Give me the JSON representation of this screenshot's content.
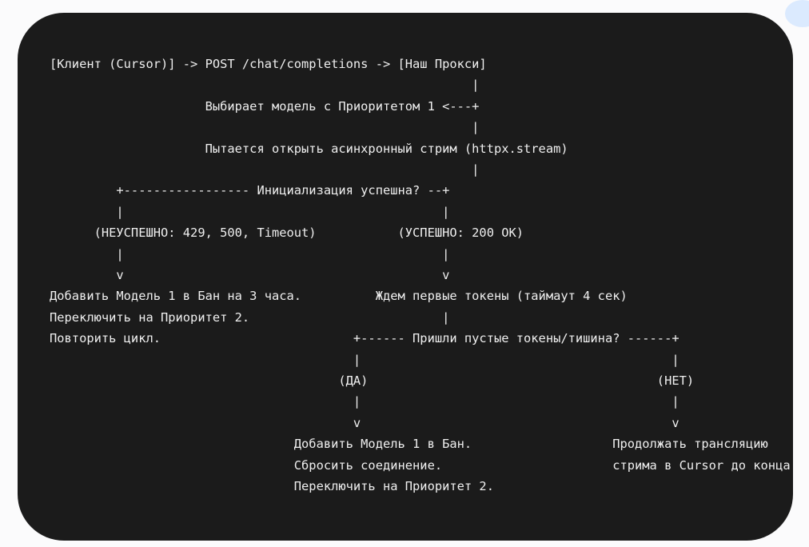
{
  "code_block": {
    "lines": [
      "[Клиент (Cursor)] -> POST /chat/completions -> [Наш Прокси]",
      "                                                         |",
      "                     Выбирает модель с Приоритетом 1 <---+",
      "                                                         |",
      "                     Пытается открыть асинхронный стрим (httpx.stream)",
      "                                                         |",
      "         +----------------- Инициализация успешна? --+",
      "         |                                           |",
      "      (НЕУСПЕШНО: 429, 500, Timeout)           (УСПЕШНО: 200 OK)",
      "         |                                           |",
      "         v                                           v",
      "Добавить Модель 1 в Бан на 3 часа.          Ждем первые токены (таймаут 4 сек)",
      "Переключить на Приоритет 2.                          |",
      "Повторить цикл.                          +------ Пришли пустые токены/тишина? ------+",
      "                                         |                                          |",
      "                                       (ДА)                                       (НЕТ)",
      "                                         |                                          |",
      "                                         v                                          v",
      "                                 Добавить Модель 1 в Бан.                   Продолжать трансляцию",
      "                                 Сбросить соединение.                       стрима в Cursor до конца",
      "                                 Переключить на Приоритет 2."
    ]
  }
}
